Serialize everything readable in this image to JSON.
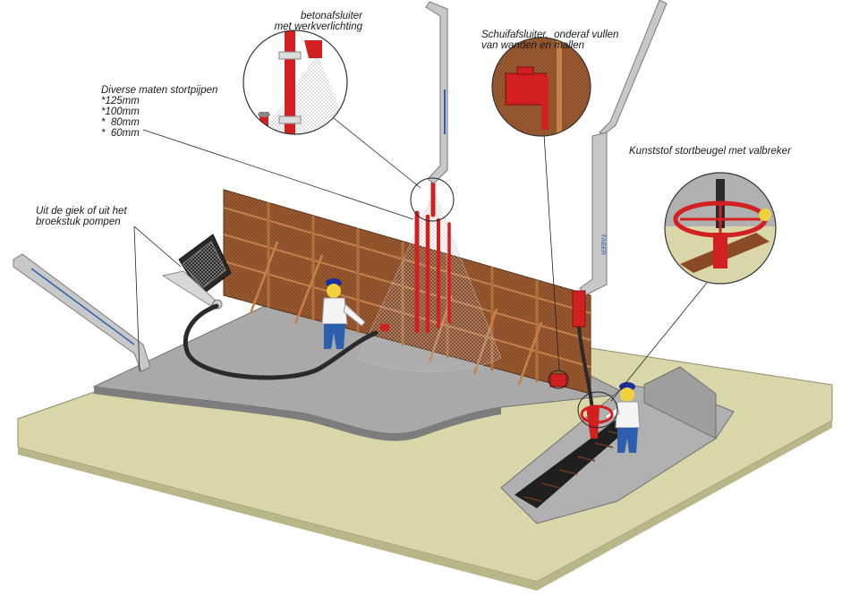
{
  "labels": {
    "betonafsluiter": [
      "betonafsluiter",
      "met werkverlichting"
    ],
    "stortpijpen": {
      "title": "Diverse maten stortpijpen",
      "sizes": [
        "*125mm",
        "*100mm",
        "*  80mm",
        "*  60mm"
      ]
    },
    "giek": [
      "Uit de giek of uit het",
      "broekstuk pompen"
    ],
    "schuif": [
      "Schuifafsluiter,  onderaf vullen",
      "van wanden en mallen"
    ],
    "kunststof": [
      "Kunststof stortbeugel met valbreker"
    ]
  },
  "brand_text": "FABER",
  "colors": {
    "ground": "#d9d7a9",
    "slab": "#a9a9a9",
    "formwork": "#8b4a26",
    "formwork_light": "#b0703e",
    "pipe_red": "#d22020",
    "boom_grey": "#c8c8c8",
    "hose": "#2a2a2a",
    "worker_shirt": "#f4f4f4",
    "worker_pants": "#2d5fae",
    "worker_helmet": "#1b2f9e",
    "worker_skin": "#f1d23b",
    "leader": "#222222",
    "magnifier_ring": "#333333"
  }
}
